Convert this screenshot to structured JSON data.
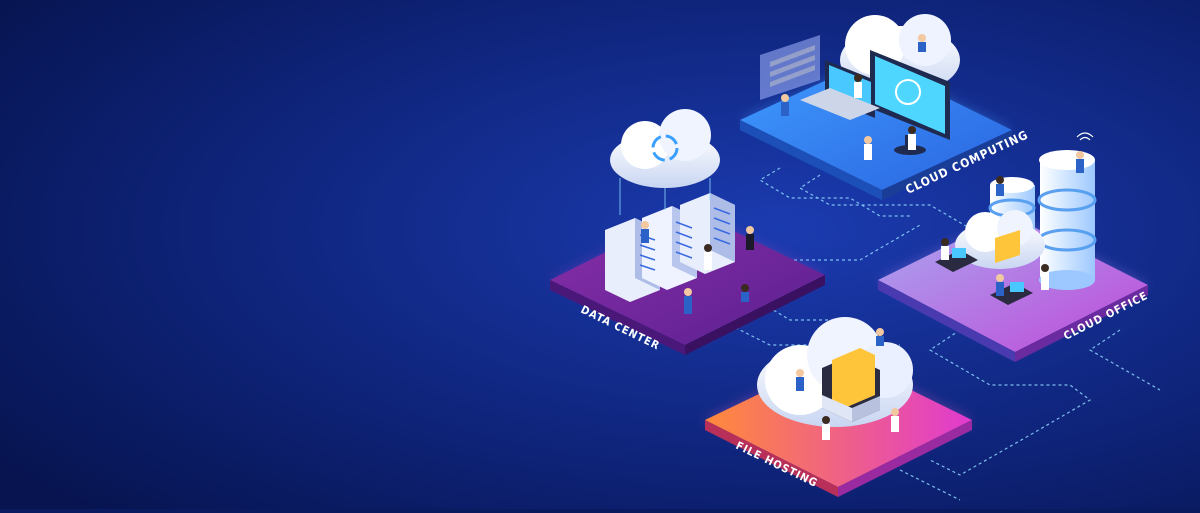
{
  "platforms": {
    "cloud_computing": {
      "label": "CLOUD COMPUTING"
    },
    "data_center": {
      "label": "DATA CENTER"
    },
    "cloud_office": {
      "label": "CLOUD OFFICE"
    },
    "file_hosting": {
      "label": "FILE HOSTING"
    }
  },
  "colors": {
    "background_dark": "#071450",
    "background_light": "#1a3aa8",
    "cloud_computing_top": "#3b8df0",
    "data_center_top": "#7a2a9a",
    "cloud_office_top": "#8a7ad8",
    "file_hosting_top_start": "#ff7a3a",
    "file_hosting_top_end": "#e83ab8",
    "circuit_line": "#8fd8ff"
  }
}
